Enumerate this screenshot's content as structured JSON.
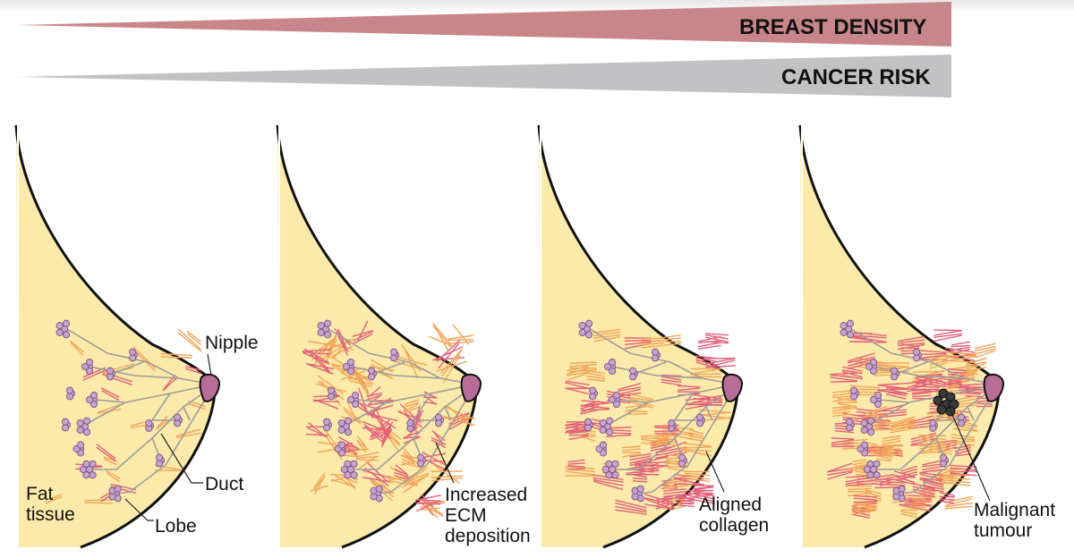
{
  "wedges": {
    "density_label": "BREAST DENSITY",
    "risk_label": "CANCER RISK",
    "density_color": "#c8868a",
    "risk_color": "#c2c1c3"
  },
  "colors": {
    "fat_tissue": "#fbeaa9",
    "outline": "#111111",
    "duct": "#9d9d9d",
    "lobe_fill": "#c8a3cf",
    "lobe_stroke": "#7f5a87",
    "nipple": "#b86d98",
    "collagen_red": "#e2607a",
    "collagen_orange": "#f2a55a",
    "tumour": "#3a3a3a"
  },
  "stages": [
    {
      "id": "normal",
      "ecm": "sparse",
      "labels": [
        "Nipple",
        "Duct",
        "Fat tissue",
        "Lobe"
      ]
    },
    {
      "id": "increased-ecm",
      "ecm": "increased",
      "label_lines": [
        "Increased",
        "ECM",
        "deposition"
      ]
    },
    {
      "id": "aligned",
      "ecm": "aligned",
      "label_lines": [
        "Aligned",
        "collagen"
      ]
    },
    {
      "id": "tumour",
      "ecm": "dense",
      "label_lines": [
        "Malignant",
        "tumour"
      ]
    }
  ],
  "labels": {
    "nipple": "Nipple",
    "duct": "Duct",
    "fat_line1": "Fat",
    "fat_line2": "tissue",
    "lobe": "Lobe",
    "ecm_line1": "Increased",
    "ecm_line2": "ECM",
    "ecm_line3": "deposition",
    "aligned_line1": "Aligned",
    "aligned_line2": "collagen",
    "tumour_line1": "Malignant",
    "tumour_line2": "tumour"
  }
}
